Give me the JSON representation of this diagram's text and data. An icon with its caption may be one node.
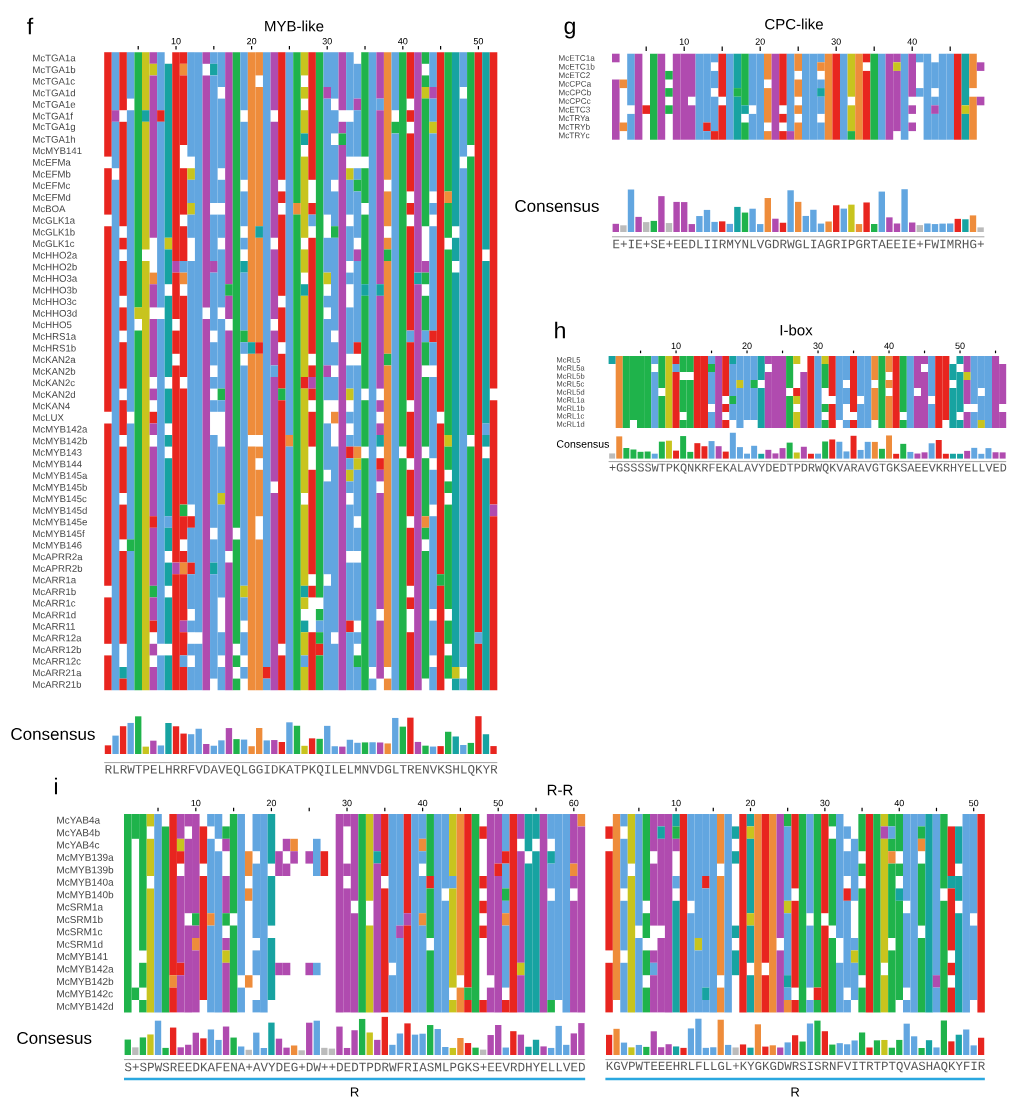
{
  "diagram": {
    "labels": [
      "f",
      "MYB-like",
      "10",
      "20",
      "30",
      "40",
      "50",
      "McTGA1a",
      "McTGA1b",
      "McTGA1c",
      "McTGA1d",
      "McTGA1e",
      "McTGA1f",
      "McTGA1g",
      "McTGA1h",
      "McMYB141",
      "McEFMa",
      "McEFMb",
      "McEFMc",
      "McEFMd",
      "McBOA",
      "McGLK1a",
      "McGLK1b",
      "McGLK1c",
      "McHHO2a",
      "McHHO2b",
      "McHHO3a",
      "McHHO3b",
      "McHHO3c",
      "McHHO3d",
      "McHHO5",
      "McHRS1a",
      "McHRS1b",
      "McKAN2a",
      "McKAN2b",
      "McKAN2c",
      "McKAN2d",
      "McKAN4",
      "McLUX",
      "McMYB142a",
      "McMYB142b",
      "McMYB143",
      "McMYB144",
      "McMYB145a",
      "McMYB145b",
      "McMYB145c",
      "McMYB145d",
      "McMYB145e",
      "McMYB145f",
      "McMYB146",
      "McAPRR2a",
      "McAPRR2b",
      "McARR1a",
      "McARR1b",
      "McARR1c",
      "McARR1d",
      "McARR11",
      "McARR12a",
      "McARR12b",
      "McARR12c",
      "McARR21a",
      "McARR21b",
      "Consensus",
      "RLRWTPELHRRFVDAVEQLGGIDKATPKQILELMNVDGLTRENVKSHLQKYR",
      "g",
      "CPC-like",
      "10",
      "20",
      "30",
      "40",
      "McETC1a",
      "McETC1b",
      "McETC2",
      "McCPCa",
      "McCPCb",
      "McCPCc",
      "McETC3",
      "McTRYa",
      "McTRYb",
      "McTRYc",
      "Consensus",
      "E+IE+SE+EEDLIIRMYNLVGDRWGLIAGRIPGRTAEEIE+FWIMRHG+",
      "h",
      "I-box",
      "10",
      "20",
      "30",
      "40",
      "50",
      "McRL5",
      "McRL5a",
      "McRL5b",
      "McRL5c",
      "McRL5d",
      "McRL1a",
      "McRL1b",
      "McRL1c",
      "McRL1d",
      "Consensus",
      "+GSSSSWTPKQNKRFEKALAVYDEDTPDRWQKVARAVGTGKSAEEVKRHYELLVED",
      "i",
      "R-R",
      "10",
      "20",
      "30",
      "40",
      "50",
      "60",
      "10",
      "20",
      "30",
      "40",
      "50",
      "McYAB4a",
      "McYAB4b",
      "McYAB4c",
      "McMYB139a",
      "McMYB139b",
      "McMYB140a",
      "McMYB140b",
      "McSRM1a",
      "McSRM1b",
      "McSRM1c",
      "McSRM1d",
      "McMYB141",
      "McMYB142a",
      "McMYB142b",
      "McMYB142c",
      "McMYB142d",
      "Consesus",
      "S+SPWSREEDKAFENA+AVYDEG+DW++DEDTPDRWFRIASMLPGKS+EEVRDHYELLVED",
      "KGVPWTEEEHRLFLLGL+KYGKGDWRSISRNFVITRTPTQVASHAQKYFIR",
      "R",
      "R"
    ]
  }
}
